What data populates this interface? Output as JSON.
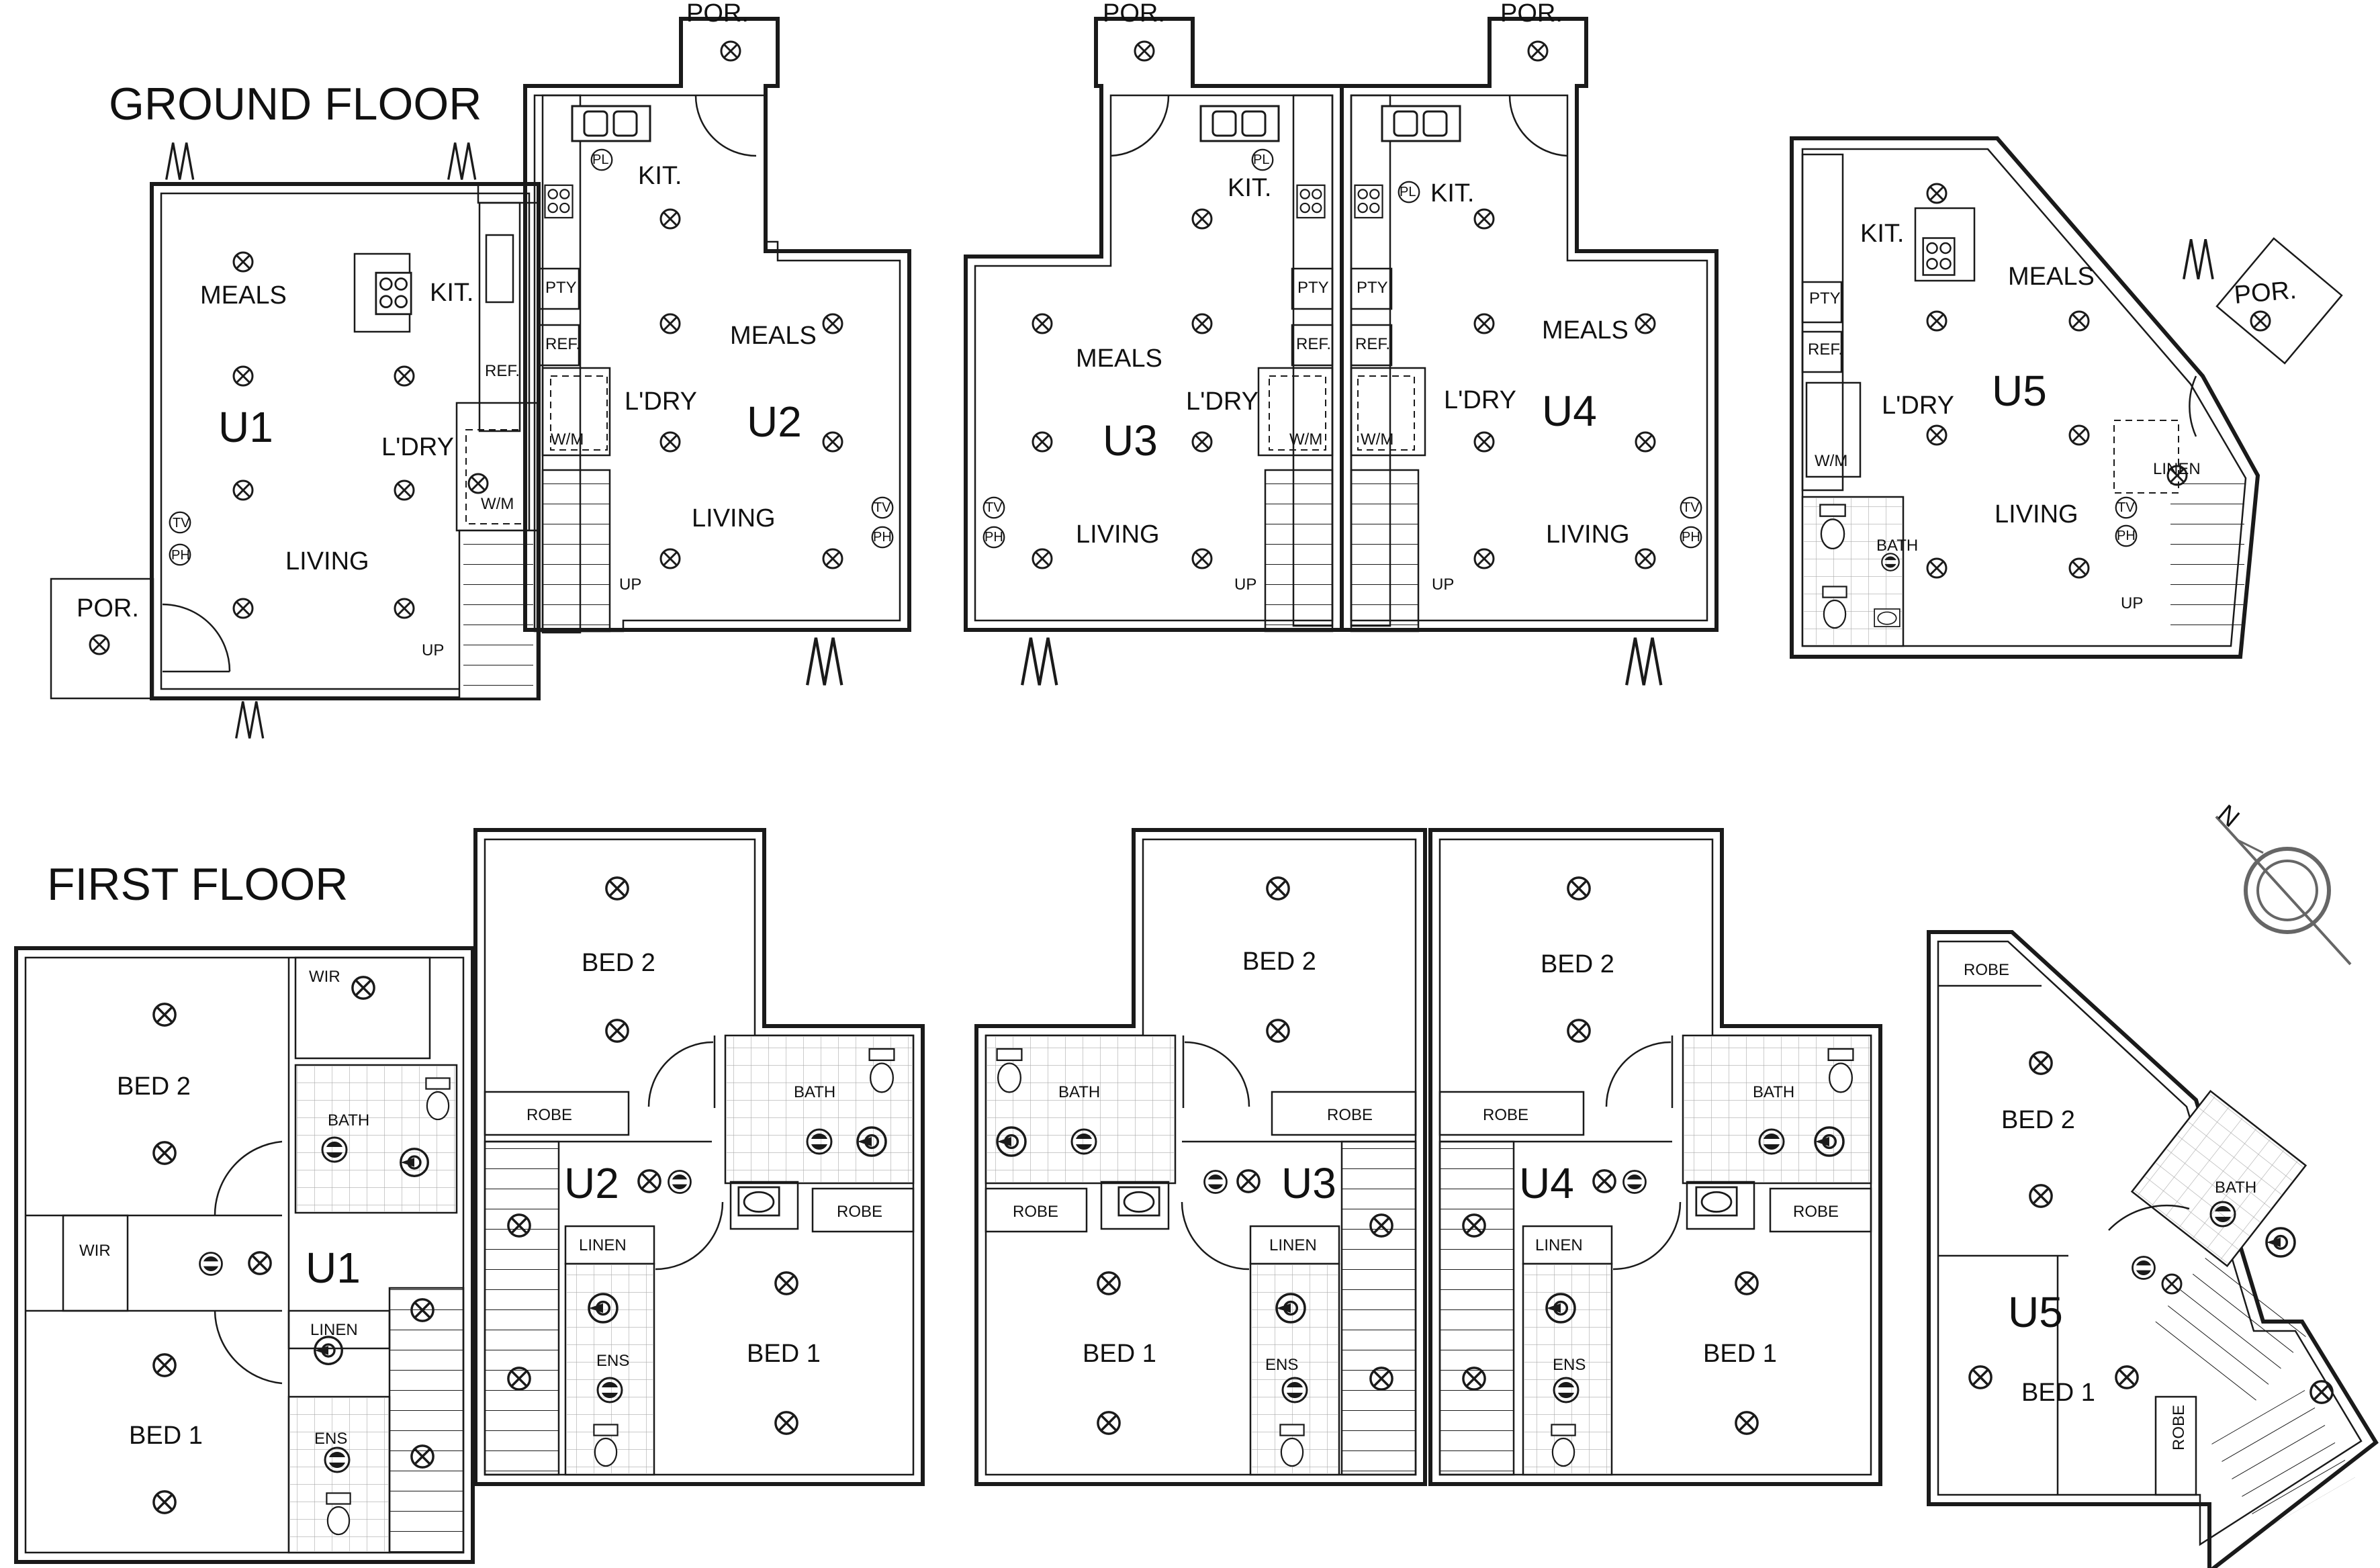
{
  "headings": {
    "ground": "GROUND FLOOR",
    "first": "FIRST FLOOR"
  },
  "units": {
    "u1": "U1",
    "u2": "U2",
    "u3": "U3",
    "u4": "U4",
    "u5": "U5"
  },
  "rooms": {
    "kit": "KIT.",
    "meals": "MEALS",
    "living": "LIVING",
    "ldry": "L'DRY",
    "por": "POR.",
    "pty": "PTY",
    "ref": "REF.",
    "wm": "W/M",
    "up": "UP",
    "tv": "TV",
    "ph": "PH",
    "pl": "PL",
    "bed1": "BED 1",
    "bed2": "BED 2",
    "bath": "BATH",
    "ens": "ENS",
    "robe": "ROBE",
    "linen": "LINEN",
    "wir": "WIR"
  },
  "compass": {
    "label": "N"
  }
}
